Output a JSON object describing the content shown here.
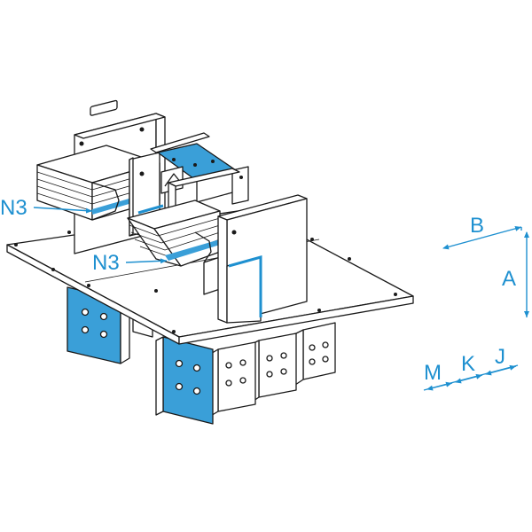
{
  "labels": {
    "n3_upper": "N3",
    "n3_lower": "N3",
    "dim_a": "A",
    "dim_b": "B",
    "dim_m": "M",
    "dim_k": "K",
    "dim_j": "J"
  },
  "colors": {
    "accent": "#1e90d0",
    "bar_fill": "#3a9fd8",
    "outline": "#1a1a1a",
    "plate": "#ffffff"
  }
}
